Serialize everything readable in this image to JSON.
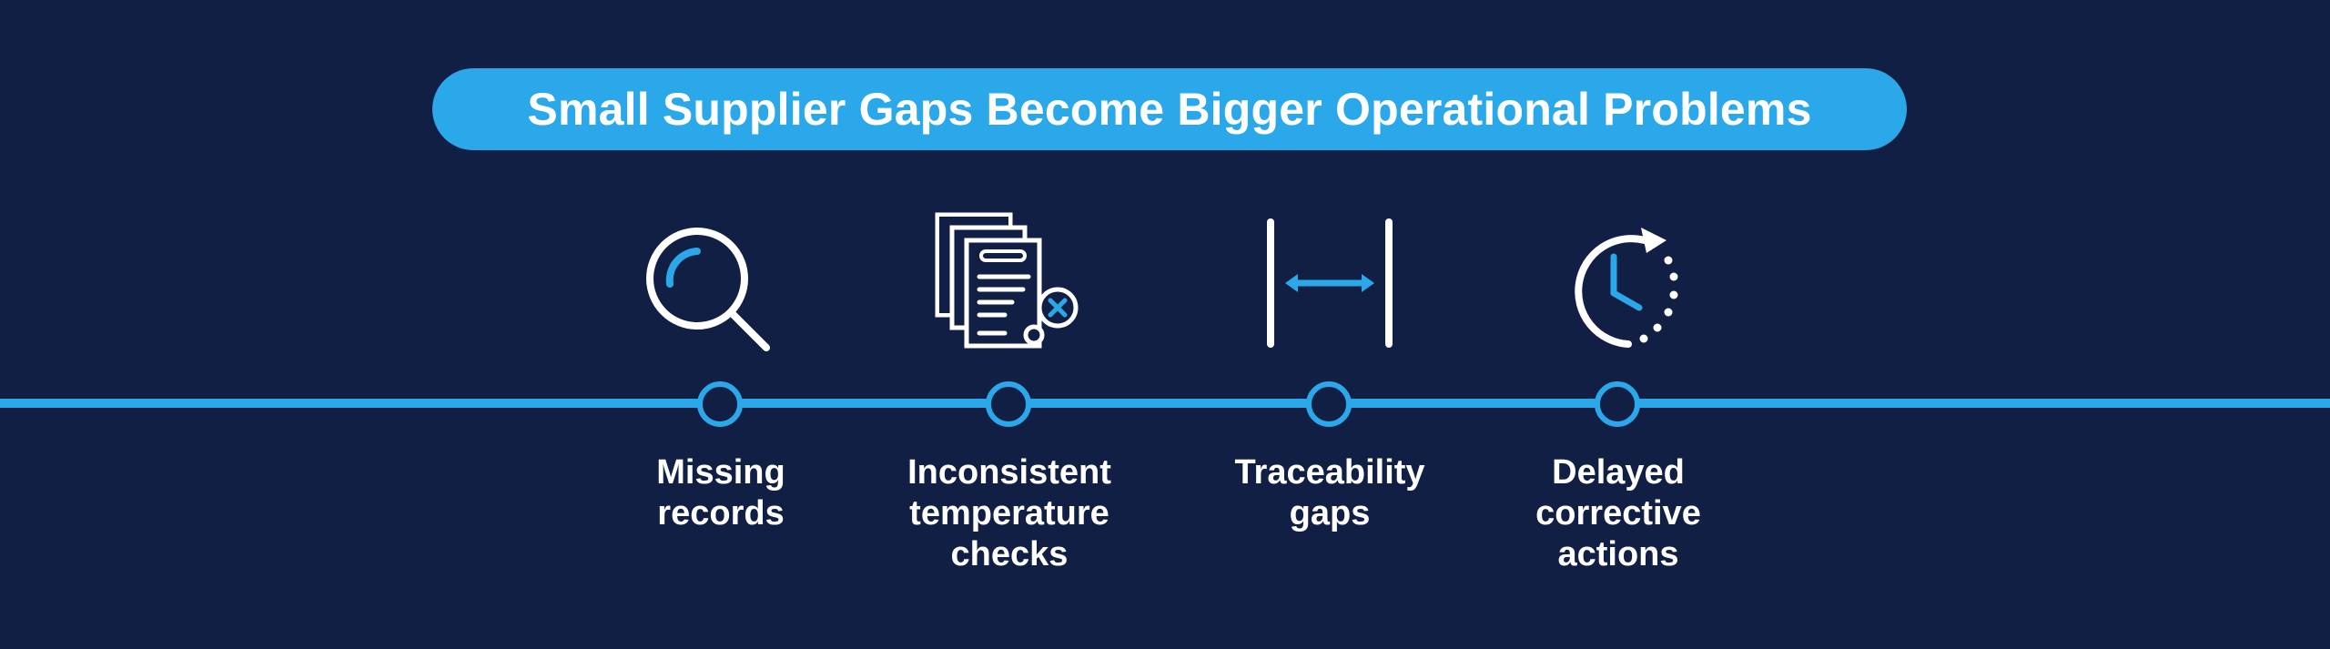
{
  "title": "Small Supplier Gaps Become Bigger Operational Problems",
  "colors": {
    "background": "#121f44",
    "accent": "#2ba8ea",
    "text": "#ffffff"
  },
  "steps": [
    {
      "icon": "magnifying-glass-icon",
      "label": "Missing\nrecords"
    },
    {
      "icon": "documents-error-icon",
      "label": "Inconsistent\ntemperature\nchecks"
    },
    {
      "icon": "gap-arrow-icon",
      "label": "Traceability\ngaps"
    },
    {
      "icon": "clock-delay-icon",
      "label": "Delayed\ncorrective\nactions"
    }
  ]
}
